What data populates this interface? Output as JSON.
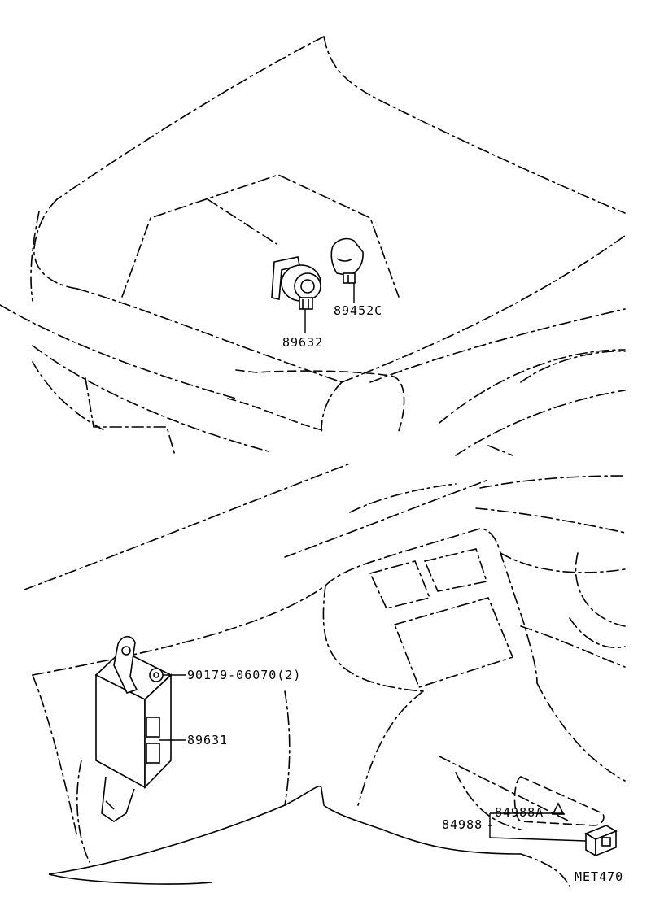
{
  "parts": {
    "sensor_front": "89632",
    "sensor_side": "89452C",
    "nut": "90179-06070(2)",
    "ecu": "89631",
    "switch_group": "84988",
    "switch_sub": "84988A"
  },
  "figure_code": "MET470"
}
